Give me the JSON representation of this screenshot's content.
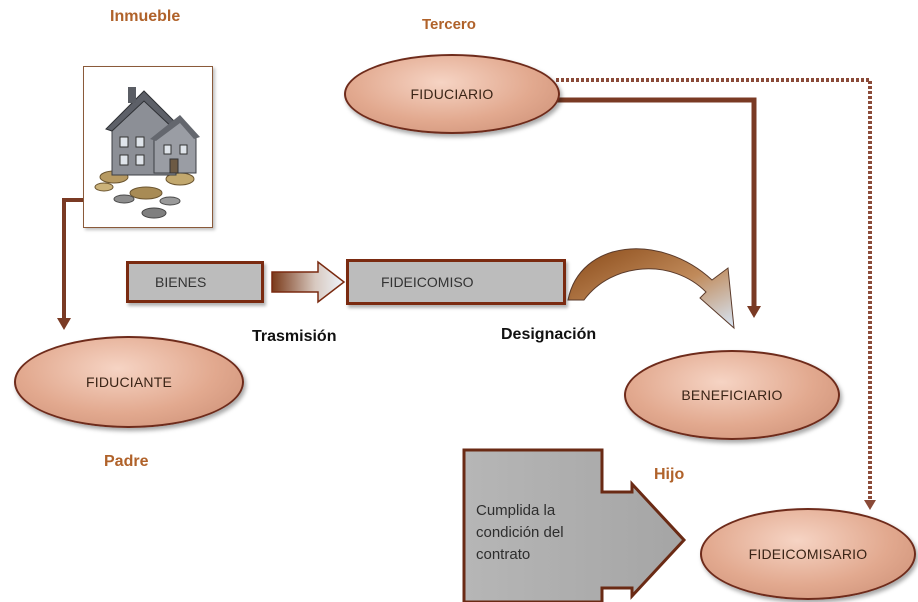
{
  "labels": {
    "inmueble": "Inmueble",
    "tercero": "Tercero",
    "padre": "Padre",
    "hijo": "Hijo",
    "trasmision": "Trasmisión",
    "designacion": "Designación"
  },
  "nodes": {
    "fiduciario": "FIDUCIARIO",
    "fiduciante": "FIDUCIANTE",
    "beneficiario": "BENEFICIARIO",
    "fideicomisario": "FIDEICOMISARIO",
    "bienes": "BIENES",
    "fideicomiso": "FIDEICOMISO",
    "condicion": "Cumplida la condición del contrato"
  },
  "colors": {
    "connector": "#7a3a24",
    "dashed_connector": "#8a4a38",
    "node_fill": "#e2a98f",
    "box_fill": "#bcbcbc",
    "caption": "#b0622a"
  },
  "icons": {
    "house": "house-on-coins-icon"
  }
}
